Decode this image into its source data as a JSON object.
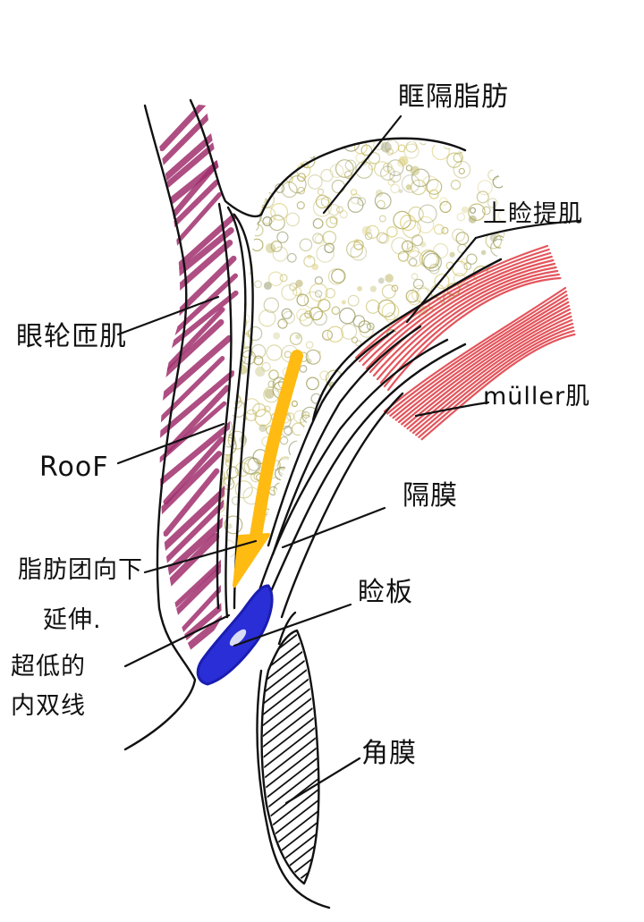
{
  "labels": {
    "orbital_fat": "眶隔脂肪",
    "levator": "上睑提肌",
    "orbicularis": "眼轮匝肌",
    "muller": "müller肌",
    "roof": "RooF",
    "septum": "隔膜",
    "fat_extension_line1": "脂肪团向下",
    "fat_extension_line2": "延伸.",
    "tarsus": "睑板",
    "low_crease_line1": "超低的",
    "low_crease_line2": "内双线",
    "cornea": "角膜"
  },
  "colors": {
    "ink": "#111111",
    "orbicularis": "#a0306e",
    "fat": "#b9b25a",
    "levator": "#e0424a",
    "arrow": "#ffbb12",
    "tarsus": "#2a2ed6",
    "cornea_hatch": "#111111"
  }
}
